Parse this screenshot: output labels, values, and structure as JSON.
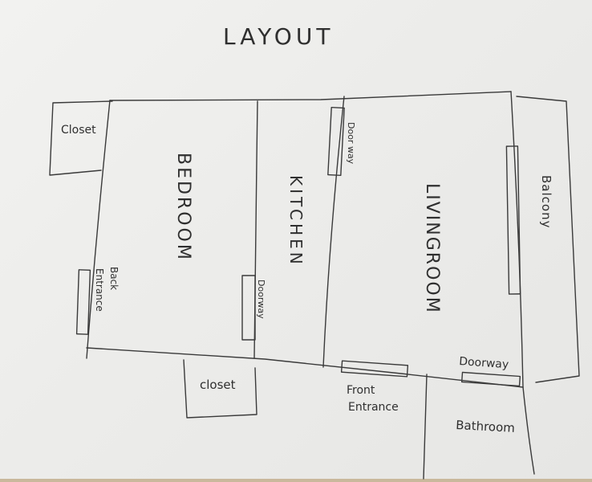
{
  "title": "LAYOUT",
  "rooms": {
    "bedroom": "BEDROOM",
    "kitchen": "KITCHEN",
    "living_room": "LIVINGROOM",
    "balcony": "Balcony",
    "bathroom": "Bathroom",
    "closet_top_left": "Closet",
    "closet_bottom": "closet"
  },
  "openings": {
    "back_entrance_line1": "Back",
    "back_entrance_line2": "Entrance",
    "doorway_bedroom_kitchen": "Doorway",
    "doorway_kitchen_living": "Door way",
    "doorway_bathroom": "Doorway",
    "front_entrance_line1": "Front",
    "front_entrance_line2": "Entrance"
  }
}
